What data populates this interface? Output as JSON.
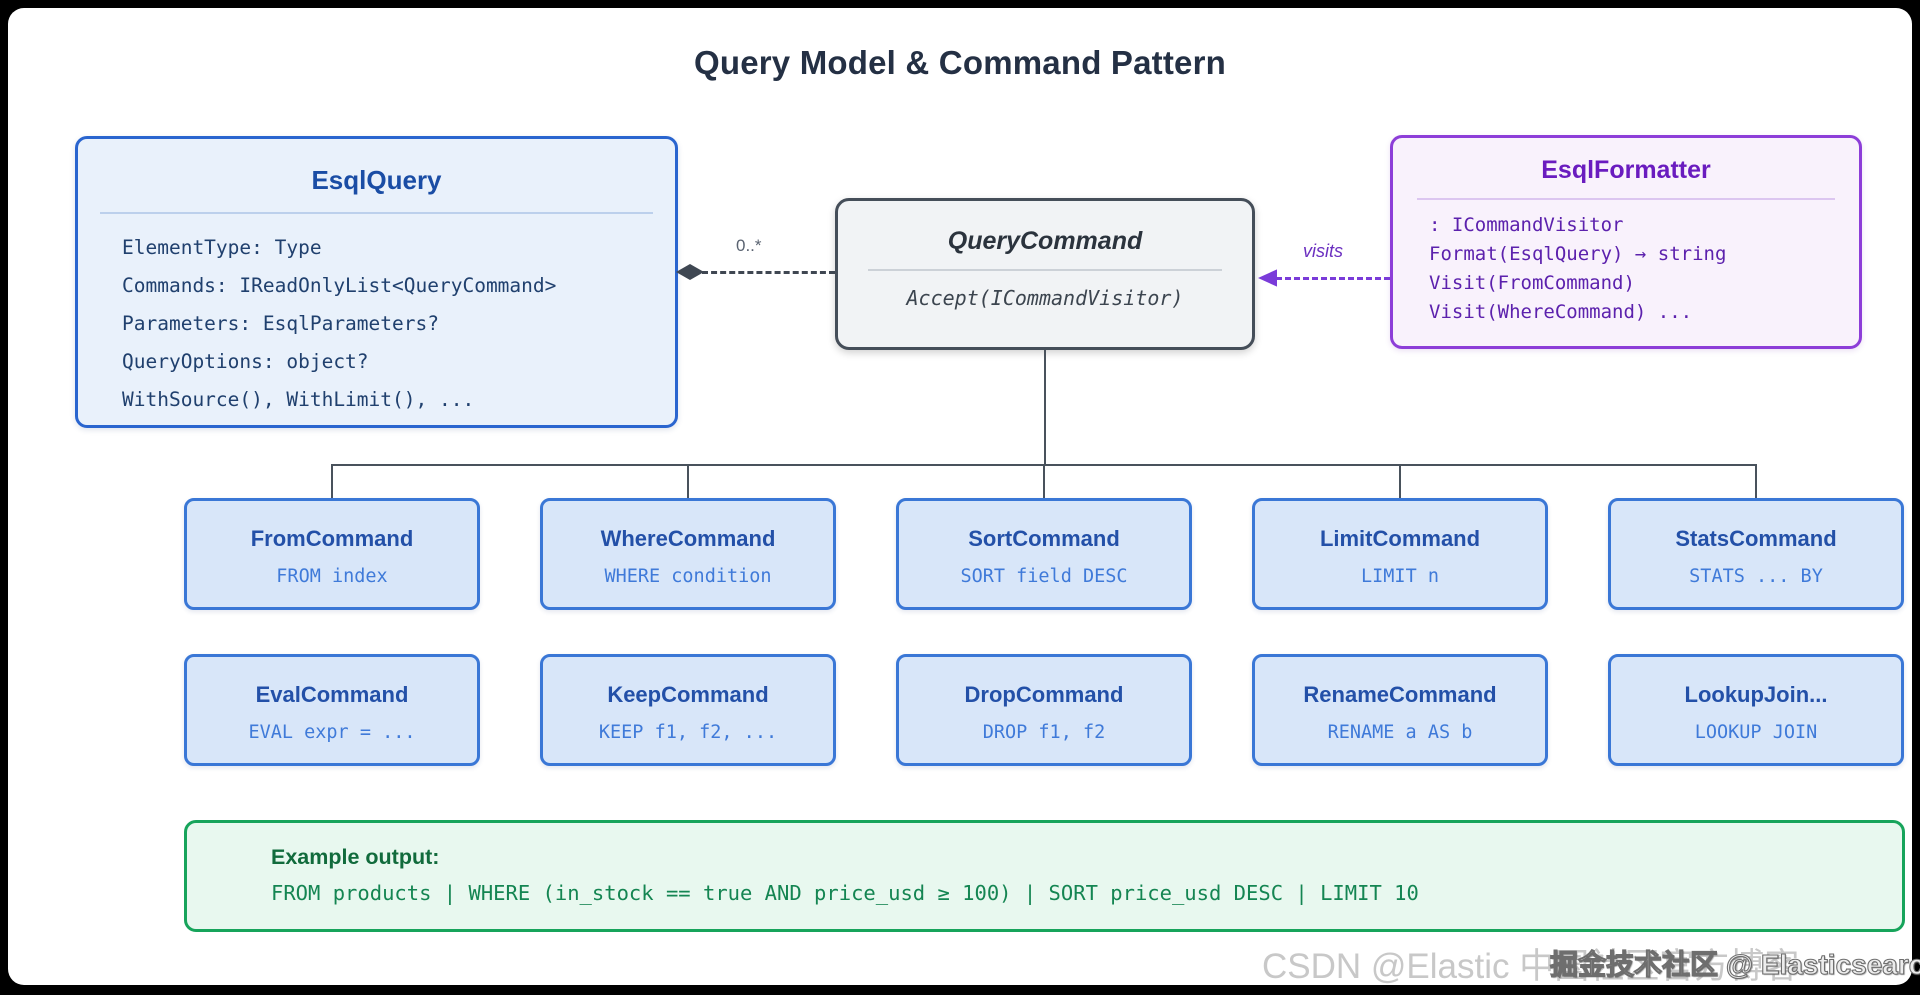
{
  "title": "Query Model & Command Pattern",
  "esql_query": {
    "title": "EsqlQuery",
    "members": [
      "ElementType: Type",
      "Commands: IReadOnlyList<QueryCommand>",
      "Parameters: EsqlParameters?",
      "QueryOptions: object?",
      "WithSource(), WithLimit(), ..."
    ]
  },
  "query_command": {
    "title": "QueryCommand",
    "method": "Accept(ICommandVisitor)"
  },
  "esql_formatter": {
    "title": "EsqlFormatter",
    "members": [
      ": ICommandVisitor",
      "Format(EsqlQuery) → string",
      "Visit(FromCommand)",
      "Visit(WhereCommand) ..."
    ]
  },
  "relations": {
    "aggregation_multiplicity": "0..*",
    "visits_label": "visits"
  },
  "commands": [
    {
      "name": "FromCommand",
      "syntax": "FROM index"
    },
    {
      "name": "WhereCommand",
      "syntax": "WHERE condition"
    },
    {
      "name": "SortCommand",
      "syntax": "SORT field DESC"
    },
    {
      "name": "LimitCommand",
      "syntax": "LIMIT n"
    },
    {
      "name": "StatsCommand",
      "syntax": "STATS ... BY"
    },
    {
      "name": "EvalCommand",
      "syntax": "EVAL expr = ..."
    },
    {
      "name": "KeepCommand",
      "syntax": "KEEP f1, f2, ..."
    },
    {
      "name": "DropCommand",
      "syntax": "DROP f1, f2"
    },
    {
      "name": "RenameCommand",
      "syntax": "RENAME a AS b"
    },
    {
      "name": "LookupJoin...",
      "syntax": "LOOKUP JOIN"
    }
  ],
  "example": {
    "label": "Example output:",
    "code": "FROM products | WHERE (in_stock == true AND price_usd ≥ 100) | SORT price_usd DESC | LIMIT 10"
  },
  "watermarks": {
    "csdn": "CSDN @Elastic 中国社区官方博客",
    "juejin": "掘金技术社区 @ Elasticsearch客"
  },
  "colors": {
    "accent_blue": "#2a65cf",
    "accent_gray": "#454e59",
    "accent_purple": "#8d3ed8",
    "accent_green": "#17a45b",
    "command_fill": "#d8e6f9",
    "connector": "#49525c"
  }
}
